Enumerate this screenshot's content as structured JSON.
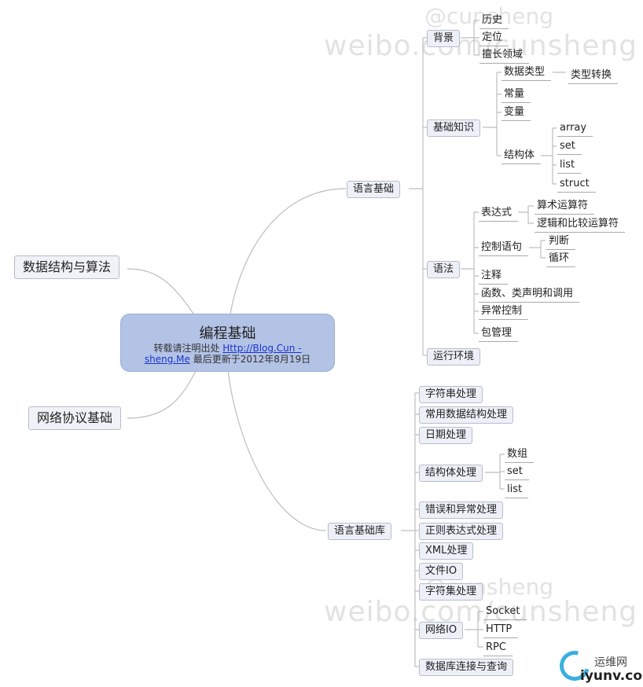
{
  "watermarks": {
    "top_handle": "@cunsheng",
    "top_url": "weibo.com/cunsheng",
    "bottom_handle": "@cunsheng",
    "bottom_url": "weibo.com/cunsheng"
  },
  "center": {
    "title": "编程基础",
    "note_prefix": "转载请注明出处",
    "link_part1": "Http://Blog.Cun -",
    "link_part2": "sheng.Me",
    "updated": "最后更新于2012年8月19日"
  },
  "left": {
    "ds_algo": "数据结构与算法",
    "network": "网络协议基础"
  },
  "lang_basic": {
    "label": "语言基础",
    "background": {
      "label": "背景",
      "items": [
        "历史",
        "定位",
        "擅长领域"
      ]
    },
    "knowledge": {
      "label": "基础知识",
      "data_types": "数据类型",
      "type_convert": "类型转换",
      "constant": "常量",
      "variable": "变量",
      "struct": "结构体",
      "struct_items": [
        "array",
        "set",
        "list",
        "struct"
      ]
    },
    "syntax": {
      "label": "语法",
      "expression": "表达式",
      "expr_items": [
        "算术运算符",
        "逻辑和比较运算符"
      ],
      "control": "控制语句",
      "control_items": [
        "判断",
        "循环"
      ],
      "others": [
        "注释",
        "函数、类声明和调用",
        "异常控制",
        "包管理"
      ]
    },
    "runtime": "运行环境"
  },
  "lang_lib": {
    "label": "语言基础库",
    "items_top": [
      "字符串处理",
      "常用数据结构处理",
      "日期处理"
    ],
    "struct_proc": "结构体处理",
    "struct_proc_items": [
      "数组",
      "set",
      "list"
    ],
    "items_mid": [
      "错误和异常处理",
      "正则表达式处理",
      "XML处理",
      "文件IO",
      "字符集处理"
    ],
    "netio": "网络IO",
    "netio_items": [
      "Socket",
      "HTTP",
      "RPC"
    ],
    "db": "数据库连接与查询"
  },
  "logo": {
    "cn": "运维网",
    "en": "iyunv.com"
  }
}
